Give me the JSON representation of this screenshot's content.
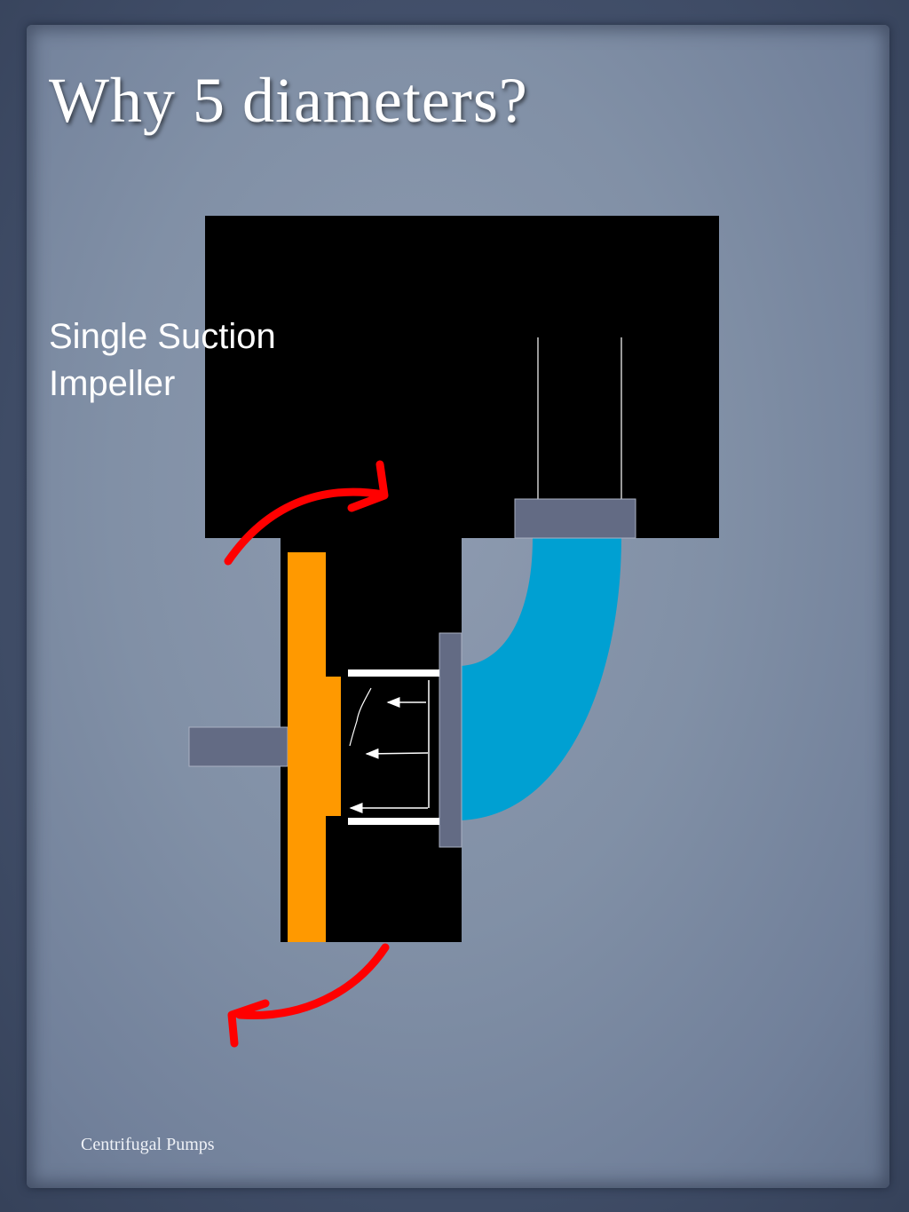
{
  "slide": {
    "title": "Why 5 diameters?",
    "label_line1": "Single Suction",
    "label_line2": "Impeller",
    "footer": "Centrifugal Pumps"
  },
  "colors": {
    "background": "#8190a6",
    "housing": "#000000",
    "impeller": "#ff9900",
    "elbow": "#00a0d2",
    "flange": "#636b84",
    "arrow": "#ff0000",
    "text": "#ffffff"
  }
}
